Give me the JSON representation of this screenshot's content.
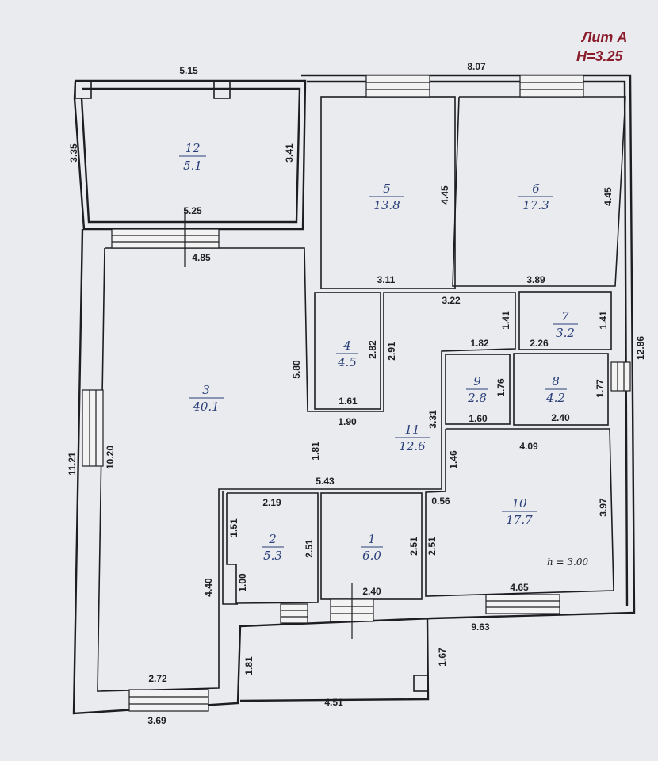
{
  "header": {
    "lit": "Лит А",
    "height": "H=3.25"
  },
  "rooms": [
    {
      "id": "r1",
      "number": "1",
      "area": "6.0"
    },
    {
      "id": "r2",
      "number": "2",
      "area": "5.3"
    },
    {
      "id": "r3",
      "number": "3",
      "area": "40.1"
    },
    {
      "id": "r4",
      "number": "4",
      "area": "4.5"
    },
    {
      "id": "r5",
      "number": "5",
      "area": "13.8"
    },
    {
      "id": "r6",
      "number": "6",
      "area": "17.3"
    },
    {
      "id": "r7",
      "number": "7",
      "area": "3.2"
    },
    {
      "id": "r8",
      "number": "8",
      "area": "4.2"
    },
    {
      "id": "r9",
      "number": "9",
      "area": "2.8"
    },
    {
      "id": "r10",
      "number": "10",
      "area": "17.7"
    },
    {
      "id": "r11",
      "number": "11",
      "area": "12.6"
    },
    {
      "id": "r12",
      "number": "12",
      "area": "5.1"
    }
  ],
  "notes": {
    "room10_height": "h = 3.00"
  },
  "dims": {
    "d515": "5.15",
    "d807": "8.07",
    "d335": "3.35",
    "d341": "3.41",
    "d525": "5.25",
    "d485": "4.85",
    "d445a": "4.45",
    "d445b": "4.45",
    "d311": "3.11",
    "d389": "3.89",
    "d322": "3.22",
    "d141a": "1.41",
    "d141b": "1.41",
    "d182": "1.82",
    "d226": "2.26",
    "d1286": "12.86",
    "d580": "5.80",
    "d282": "2.82",
    "d291": "2.91",
    "d161": "1.61",
    "d190": "1.90",
    "d176": "1.76",
    "d177": "1.77",
    "d160": "1.60",
    "d240a": "2.40",
    "d331": "3.31",
    "d181a": "1.81",
    "d1121": "11.21",
    "d1020": "10.20",
    "d409": "4.09",
    "d146": "1.46",
    "d543": "5.43",
    "d056": "0.56",
    "d397": "3.97",
    "d219": "2.19",
    "d151": "1.51",
    "d251a": "2.51",
    "d251b": "2.51",
    "d251c": "2.51",
    "d100": "1.00",
    "d240b": "2.40",
    "d465": "4.65",
    "d440": "4.40",
    "d963": "9.63",
    "d181b": "1.81",
    "d167": "1.67",
    "d272": "2.72",
    "d451": "4.51",
    "d369": "3.69"
  }
}
